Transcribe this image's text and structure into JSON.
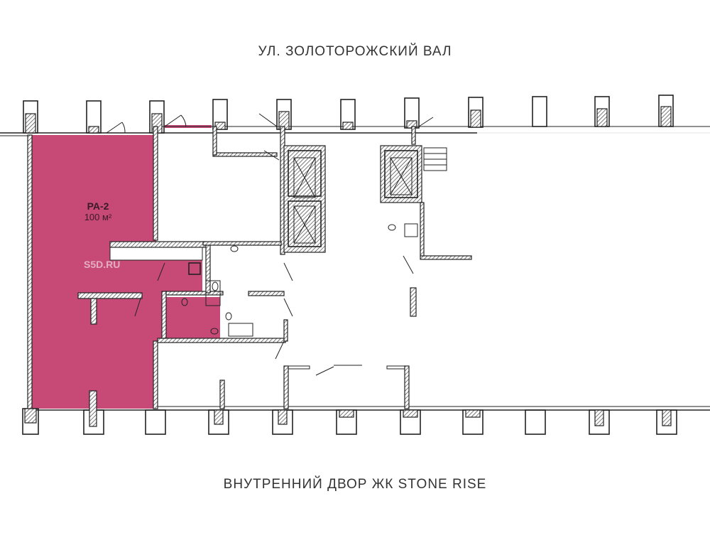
{
  "streets": {
    "top": "УЛ. ЗОЛОТОРОЖСКИЙ ВАЛ",
    "bottom": "ВНУТРЕННИЙ ДВОР ЖК STONE RISE"
  },
  "unit": {
    "name": "PA-2",
    "area": "100 м²",
    "color": "#c64a75"
  },
  "watermark": "S5D.RU"
}
